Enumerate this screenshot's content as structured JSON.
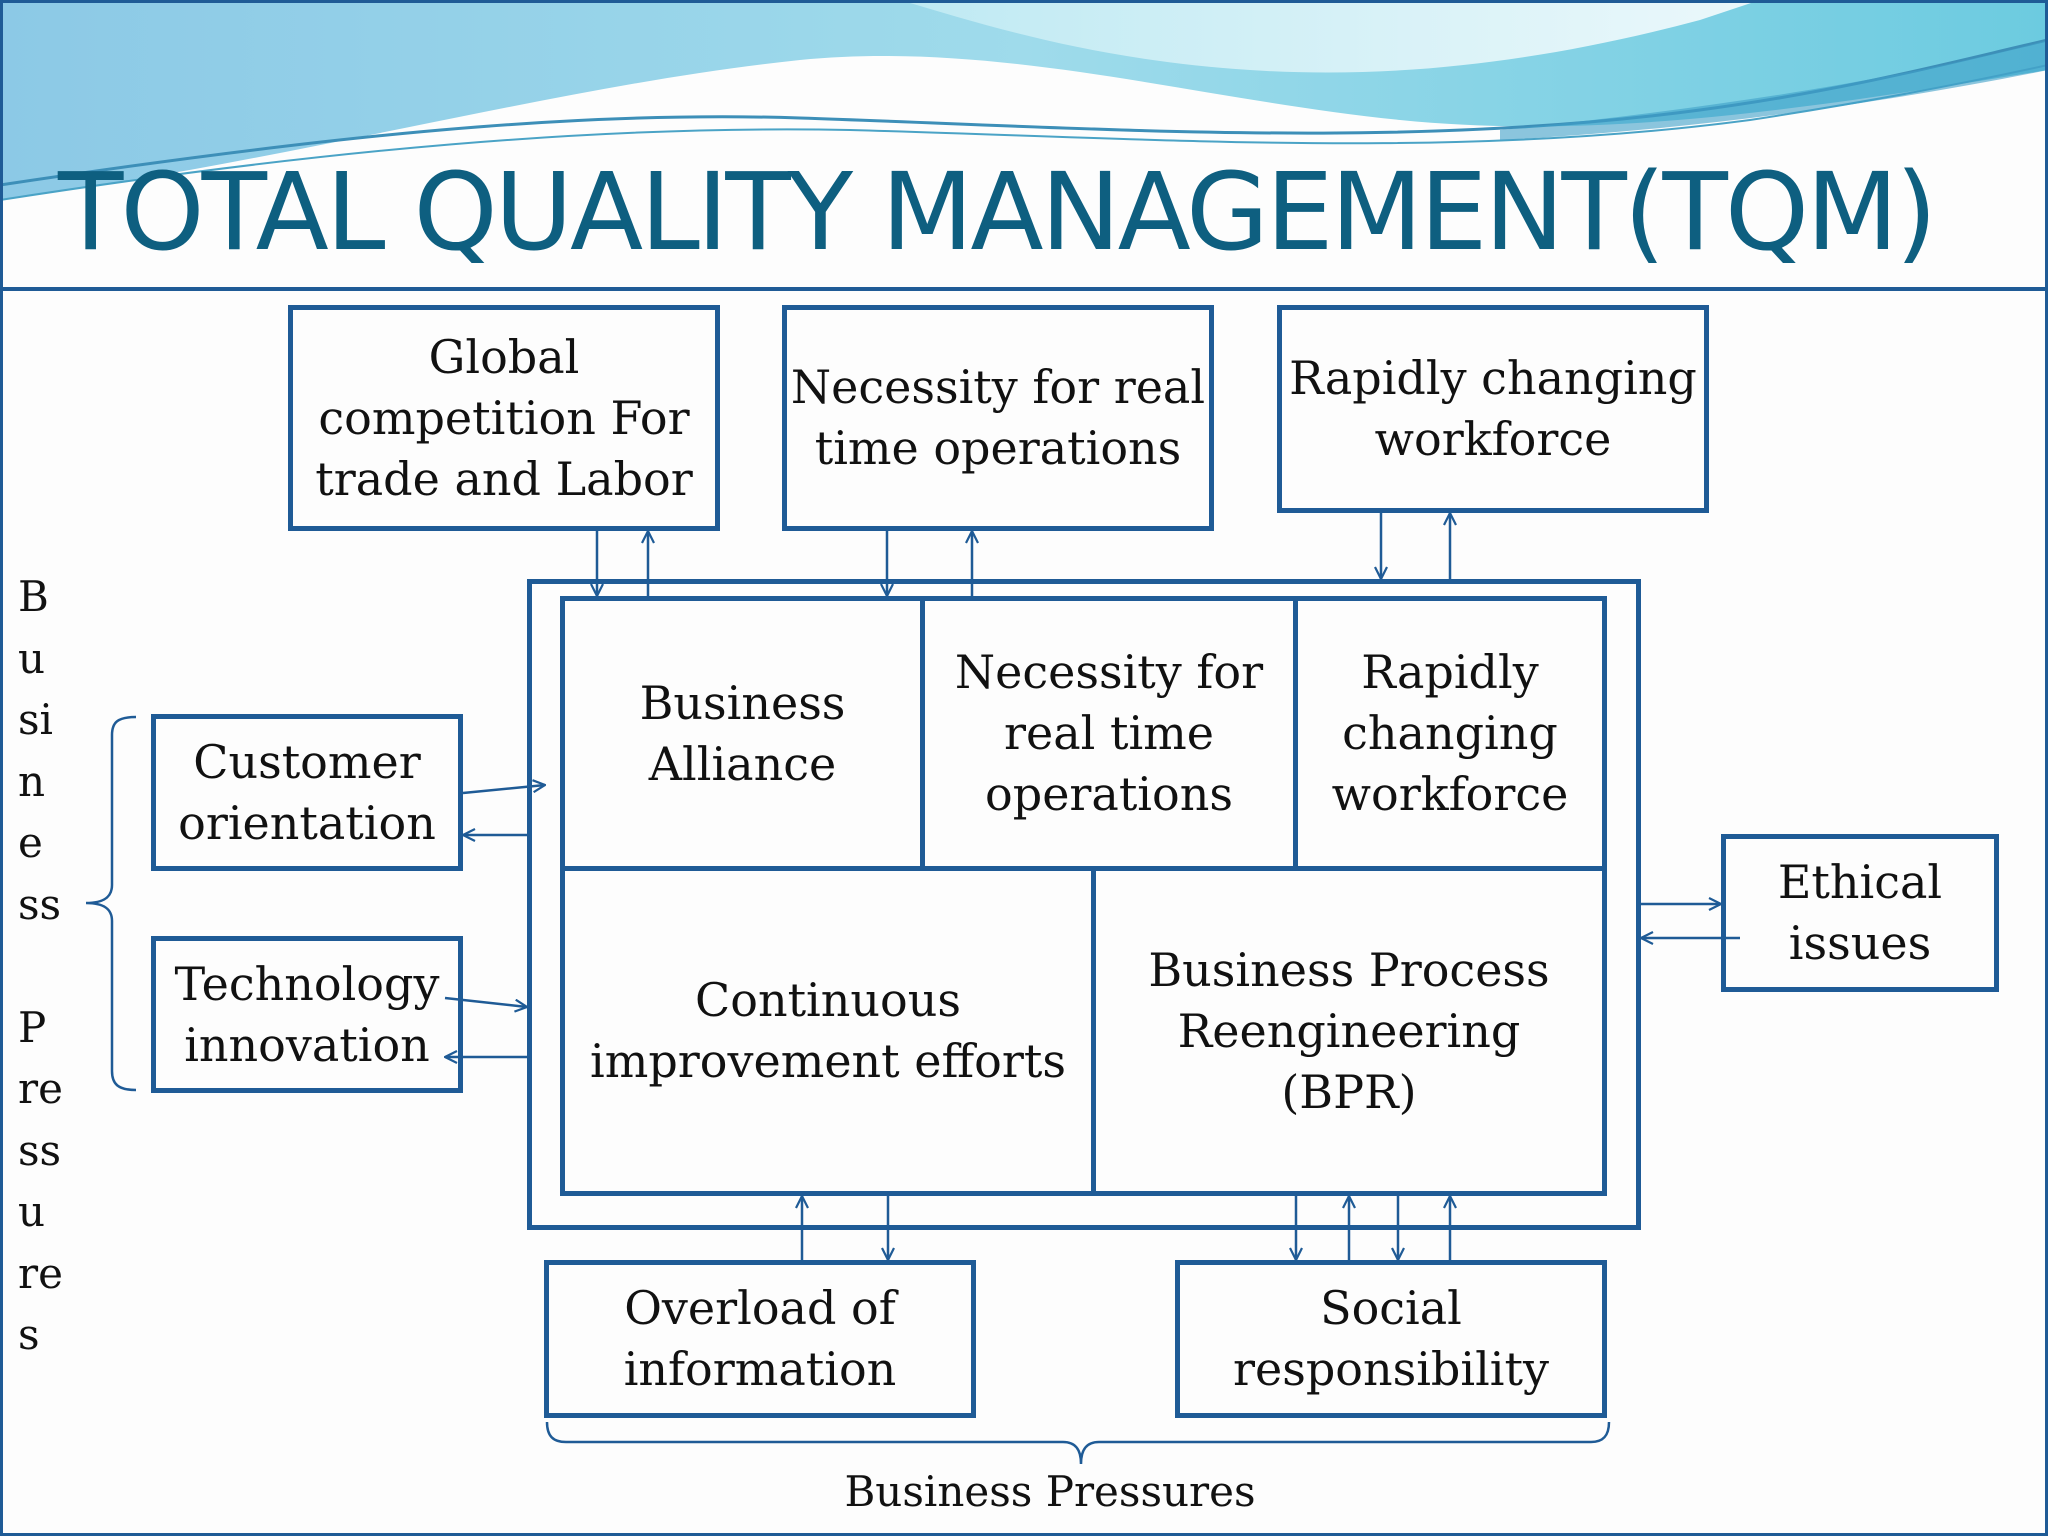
{
  "title": "TOTAL QUALITY MANAGEMENT(TQM)",
  "top_boxes": [
    "Global\ncompetition For\ntrade and Labor",
    "Necessity for real\ntime operations",
    "Rapidly changing\nworkforce"
  ],
  "left_boxes": [
    "Customer\norientation",
    "Technology\ninnovation"
  ],
  "right_box": "Ethical\nissues",
  "bottom_boxes": [
    "Overload of\ninformation",
    "Social\nresponsibility"
  ],
  "center_cells": [
    "Business\nAlliance",
    "Necessity for\nreal time\noperations",
    "Rapidly\nchanging\nworkforce",
    "Continuous\nimprovement efforts",
    "Business Process\nReengineering\n(BPR)"
  ],
  "side_label": "B\nu\nsi\nn\ne\nss\n\nP\nre\nss\nu\nre\ns",
  "bottom_label": "Business Pressures",
  "colors": {
    "title": "#0e5f80",
    "border": "#1f5b96",
    "arrow": "#1f5b96",
    "wave_light": "#a8e2ee",
    "wave_mid": "#7fd1e2",
    "wave_dark": "#5ab4d6"
  }
}
